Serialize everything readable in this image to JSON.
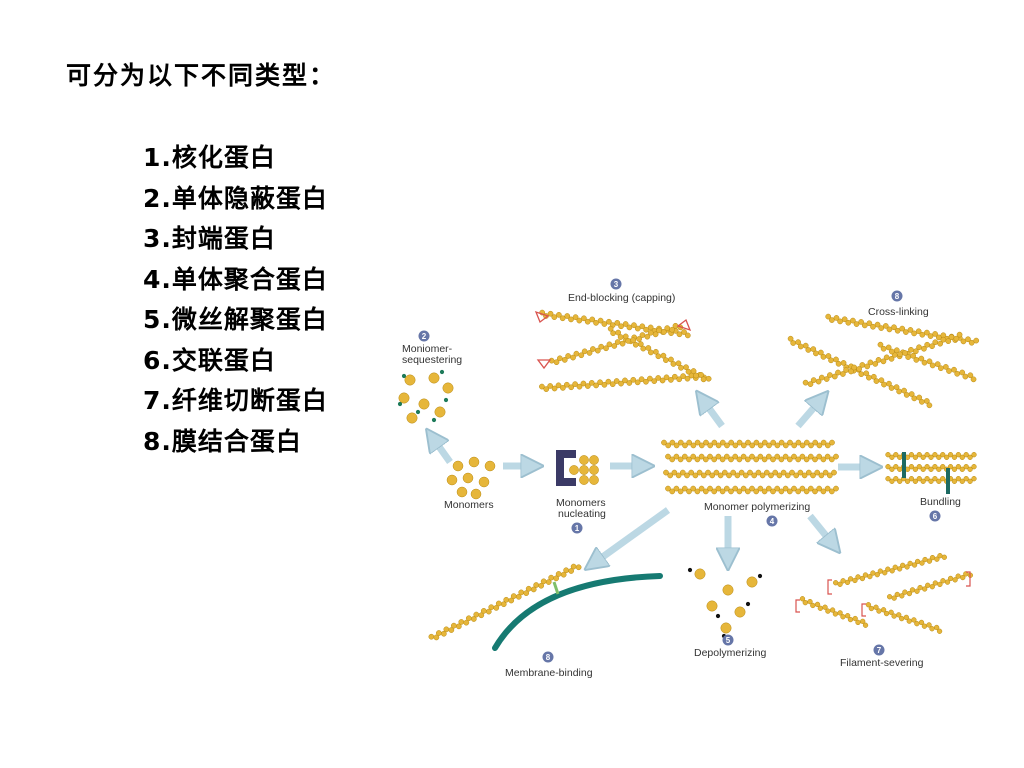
{
  "title": "可分为以下不同类型：",
  "types": [
    "1.核化蛋白",
    "2.单体隐蔽蛋白",
    "3.封端蛋白",
    "4.单体聚合蛋白",
    "5.微丝解聚蛋白",
    "6.交联蛋白",
    "7.纤维切断蛋白",
    "8.膜结合蛋白"
  ],
  "diagram": {
    "colors": {
      "bead": "#e6b63a",
      "bead_edge": "#b88a12",
      "arrow": "#bcd8e4",
      "badge": "#6676a8",
      "membrane": "#167a72",
      "cap": "#d9534f",
      "nucleator": "#3b3a66",
      "crosslink": "#1d6a62"
    },
    "labels": {
      "monomers": "Monomers",
      "nucleating_1": "Monomers",
      "nucleating_2": "nucleating",
      "sequester_1": "Moniomer-",
      "sequester_2": "sequestering",
      "capping": "End-blocking (capping)",
      "crosslinking": "Cross-linking",
      "polymerizing": "Monomer polymerizing",
      "bundling": "Bundling",
      "membrane": "Membrane-binding",
      "depolymerizing": "Depolymerizing",
      "severing": "Filament-severing"
    },
    "badges": {
      "b1": "1",
      "b2": "2",
      "b3": "3",
      "b4": "4",
      "b5": "5",
      "b6": "6",
      "b7": "7",
      "b8": "8"
    }
  }
}
